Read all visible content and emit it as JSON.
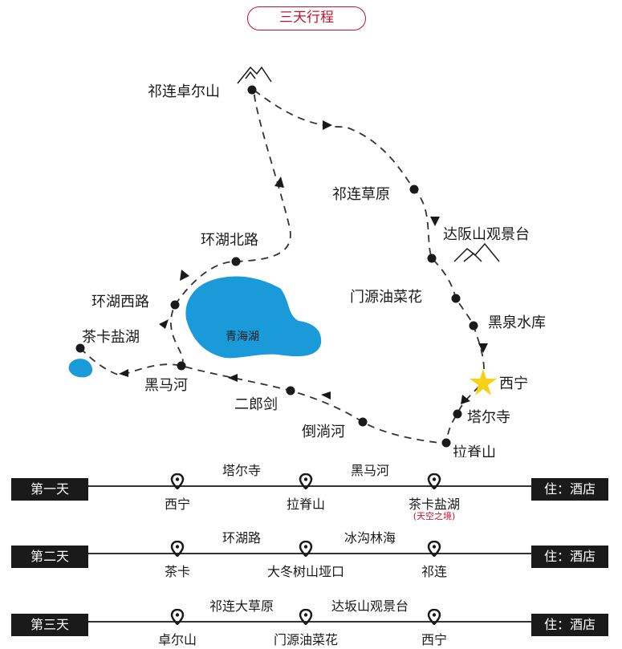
{
  "title": "三天行程",
  "map": {
    "lake_label": "青海湖",
    "star_color": "#f7d117",
    "lake_color": "#1a9ad9",
    "places": [
      {
        "name": "祁连卓尔山"
      },
      {
        "name": "祁连草原"
      },
      {
        "name": "达阪山观景台"
      },
      {
        "name": "门源油菜花"
      },
      {
        "name": "黑泉水库"
      },
      {
        "name": "西宁"
      },
      {
        "name": "塔尔寺"
      },
      {
        "name": "拉脊山"
      },
      {
        "name": "倒淌河"
      },
      {
        "name": "二郎剑"
      },
      {
        "name": "黑马河"
      },
      {
        "name": "茶卡盐湖"
      },
      {
        "name": "环湖西路"
      },
      {
        "name": "环湖北路"
      }
    ]
  },
  "days": [
    {
      "day": "第一天",
      "hotel": "住：酒店",
      "stops": [
        "西宁",
        "拉脊山",
        "茶卡盐湖"
      ],
      "between": [
        "塔尔寺",
        "黑马河"
      ],
      "note": "(天空之境)"
    },
    {
      "day": "第二天",
      "hotel": "住：酒店",
      "stops": [
        "茶卡",
        "大冬树山垭口",
        "祁连"
      ],
      "between": [
        "环湖路",
        "冰沟林海"
      ]
    },
    {
      "day": "第三天",
      "hotel": "住：酒店",
      "stops": [
        "卓尔山",
        "门源油菜花",
        "西宁"
      ],
      "between": [
        "祁连大草原",
        "达坂山观景台"
      ]
    }
  ]
}
